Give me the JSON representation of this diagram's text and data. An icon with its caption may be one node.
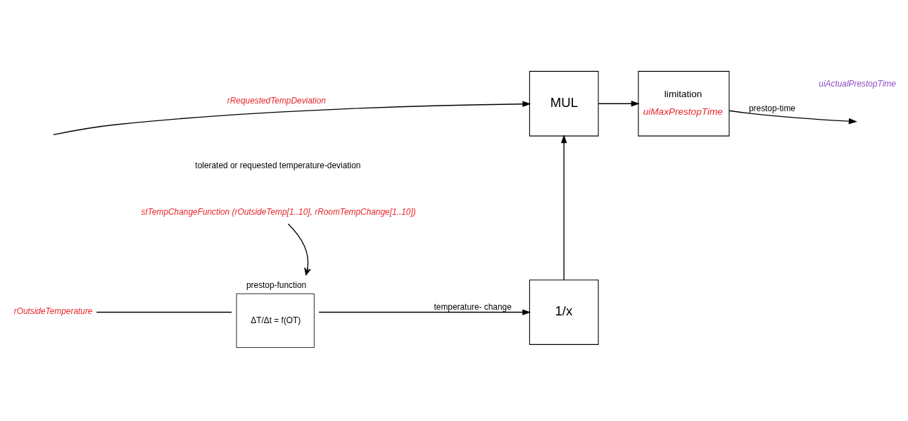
{
  "diagram": {
    "nodes": [
      {
        "text": [
          "MUL"
        ]
      },
      {
        "text": [
          "limitation",
          "uiMaxPrestopTime"
        ]
      },
      {
        "text": [
          "prestop-function",
          "ΔT/Δt = f(OT)"
        ]
      },
      {
        "text": [
          "1/x"
        ]
      },
      {
        "text": [
          "rOutsideTemperature"
        ]
      },
      {
        "text": [
          "stTempChangeFunction (rOutsideTemp[1..10], rRoomTempChange[1..10])"
        ]
      }
    ],
    "edges": [
      {
        "from": null,
        "to": 0,
        "arrow": "to",
        "label": "rRequestedTempDeviation"
      },
      {
        "from": 0,
        "to": 1,
        "arrow": "to"
      },
      {
        "from": 1,
        "to": null,
        "arrow": "to",
        "label": "prestop-time"
      },
      {
        "from": 4,
        "to": 2,
        "arrow": "none"
      },
      {
        "from": 5,
        "to": 2,
        "arrow": "to"
      },
      {
        "from": 2,
        "to": 3,
        "arrow": "to",
        "label": "temperature- change"
      },
      {
        "from": 3,
        "to": 0,
        "arrow": "to"
      }
    ],
    "labels": [
      "tolerated or requested temperature-deviation",
      "uiActualPrestopTime"
    ]
  }
}
